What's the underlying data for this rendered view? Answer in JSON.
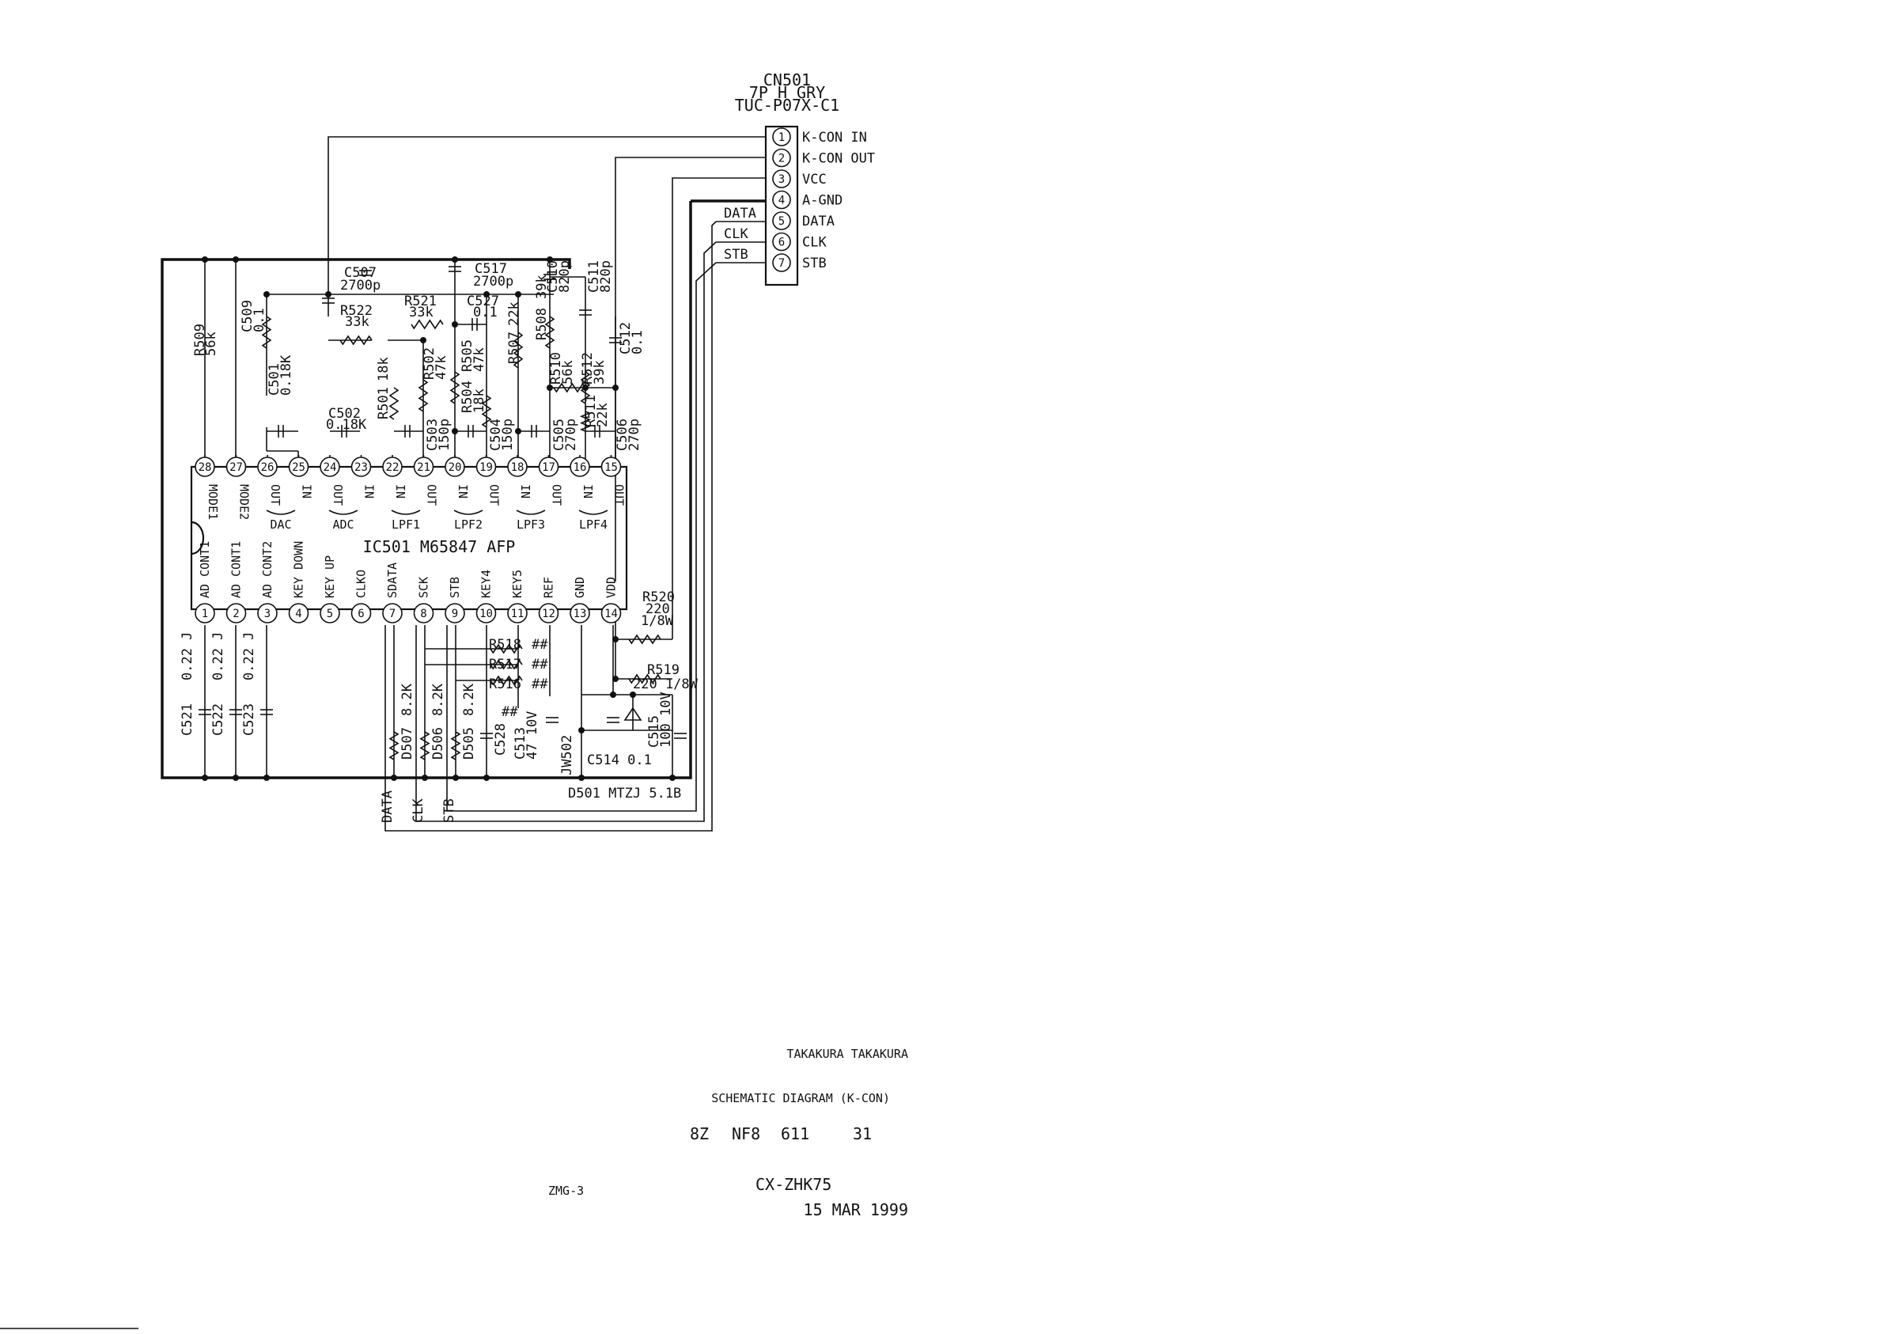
{
  "connector": {
    "ref": "CN501",
    "desc": "7P H GRY",
    "part": "TUC-P07X-C1",
    "pins": [
      {
        "num": "1",
        "signal": "K-CON IN"
      },
      {
        "num": "2",
        "signal": "K-CON OUT"
      },
      {
        "num": "3",
        "signal": "VCC"
      },
      {
        "num": "4",
        "signal": "A-GND"
      },
      {
        "num": "5",
        "signal": "DATA"
      },
      {
        "num": "6",
        "signal": "CLK"
      },
      {
        "num": "7",
        "signal": "STB"
      }
    ],
    "bus_tags": [
      "DATA",
      "CLK",
      "STB"
    ]
  },
  "ic": {
    "label": "IC501 M65847 AFP",
    "blocks": [
      "DAC",
      "ADC",
      "LPF1",
      "LPF2",
      "LPF3",
      "LPF4"
    ],
    "top_pins": [
      {
        "num": "28",
        "func": "MODE1"
      },
      {
        "num": "27",
        "func": "MODE2"
      },
      {
        "num": "26",
        "func": "OUT"
      },
      {
        "num": "25",
        "func": "IN"
      },
      {
        "num": "24",
        "func": "OUT"
      },
      {
        "num": "23",
        "func": "IN"
      },
      {
        "num": "22",
        "func": "IN"
      },
      {
        "num": "21",
        "func": "OUT"
      },
      {
        "num": "20",
        "func": "IN"
      },
      {
        "num": "19",
        "func": "OUT"
      },
      {
        "num": "18",
        "func": "IN"
      },
      {
        "num": "17",
        "func": "OUT"
      },
      {
        "num": "16",
        "func": "IN"
      },
      {
        "num": "15",
        "func": "OUT"
      }
    ],
    "bottom_pins": [
      {
        "num": "1",
        "func": "AD CONT1"
      },
      {
        "num": "2",
        "func": "AD CONT1"
      },
      {
        "num": "3",
        "func": "AD CONT2"
      },
      {
        "num": "4",
        "func": "KEY DOWN"
      },
      {
        "num": "5",
        "func": "KEY UP"
      },
      {
        "num": "6",
        "func": "CLKO"
      },
      {
        "num": "7",
        "func": "SDATA"
      },
      {
        "num": "8",
        "func": "SCK"
      },
      {
        "num": "9",
        "func": "STB"
      },
      {
        "num": "10",
        "func": "KEY4"
      },
      {
        "num": "11",
        "func": "KEY5"
      },
      {
        "num": "12",
        "func": "REF"
      },
      {
        "num": "13",
        "func": "GND"
      },
      {
        "num": "14",
        "func": "VDD"
      }
    ]
  },
  "components": {
    "c507": [
      "C507",
      "2700p"
    ],
    "c517": [
      "C517",
      "2700p"
    ],
    "c510": [
      "C510",
      "820p"
    ],
    "c511": [
      "C511",
      "820p"
    ],
    "r521": [
      "R521",
      "33k"
    ],
    "c527": [
      "C527",
      "0.1"
    ],
    "r522": [
      "R522",
      "33k"
    ],
    "c509": [
      "C509",
      "0.1"
    ],
    "r509": [
      "R509",
      "56k"
    ],
    "r508": [
      "R508",
      "39k"
    ],
    "r507": [
      "R507",
      "22k"
    ],
    "r502": [
      "R502",
      "47k"
    ],
    "r505": [
      "R505",
      "47k"
    ],
    "r501": [
      "R501",
      "18k"
    ],
    "r504": [
      "R504",
      "18k"
    ],
    "r510": [
      "R510",
      "56k"
    ],
    "r512": [
      "R512",
      "39k"
    ],
    "r511": [
      "R511",
      "22k"
    ],
    "c512": [
      "C512",
      "0.1"
    ],
    "c501": [
      "C501",
      "0.18K"
    ],
    "c502": [
      "C502",
      "0.18K"
    ],
    "c503": [
      "C503",
      "150p"
    ],
    "c504": [
      "C504",
      "150p"
    ],
    "c505": [
      "C505",
      "270p"
    ],
    "c506": [
      "C506",
      "270p"
    ],
    "r520": [
      "R520",
      "220",
      "1/8W"
    ],
    "r519": [
      "R519",
      "220 1/8W"
    ],
    "r518": "R518",
    "r517": "R517",
    "r516": "R516",
    "c521": [
      "C521",
      "0.22 J"
    ],
    "c522": [
      "C522",
      "0.22 J"
    ],
    "c523": [
      "C523",
      "0.22 J"
    ],
    "d507": [
      "D507",
      "8.2K"
    ],
    "d506": [
      "D506",
      "8.2K"
    ],
    "d505": [
      "D505",
      "8.2K"
    ],
    "c528": "C528",
    "c513": [
      "C513",
      "47 10V"
    ],
    "jw502": "JW502",
    "c514": "C514 0.1",
    "c515": [
      "C515",
      "100",
      "10V"
    ],
    "d501": "D501 MTZJ 5.1B",
    "bottom_tags": [
      "DATA",
      "CLK",
      "STB"
    ],
    "hash_mark": "##"
  },
  "title_block": {
    "drawn": "TAKAKURA TAKAKURA",
    "title": "SCHEMATIC DIAGRAM  (K-CON)",
    "code": [
      "8Z",
      "NF8",
      "611",
      "31"
    ],
    "sheet": "ZMG-3",
    "model": "CX-ZHK75",
    "date": "15 MAR 1999"
  }
}
